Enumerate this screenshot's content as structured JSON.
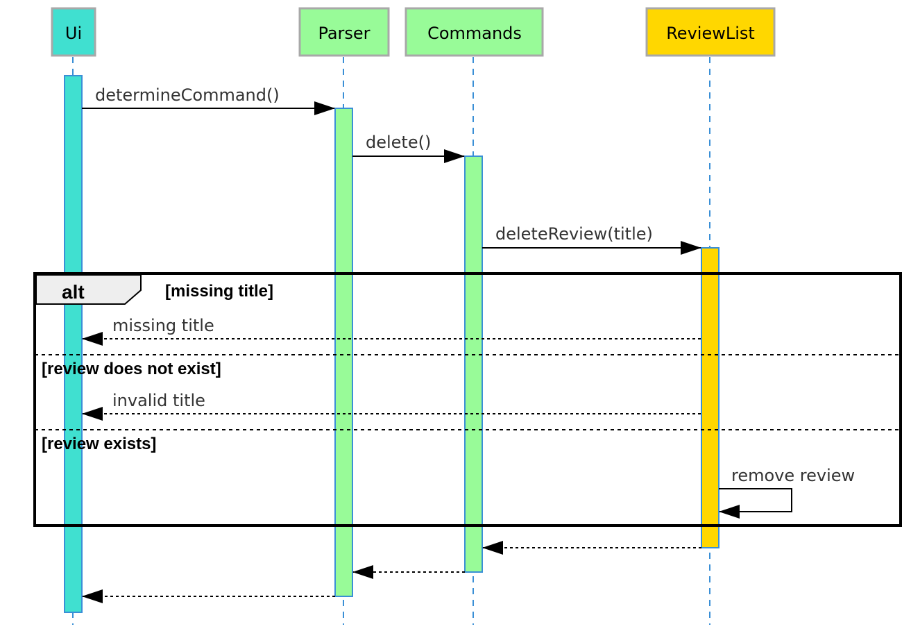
{
  "diagram": {
    "participants": [
      {
        "id": "ui",
        "label": "Ui",
        "color": "#40E0D0"
      },
      {
        "id": "parser",
        "label": "Parser",
        "color": "#98FB98"
      },
      {
        "id": "commands",
        "label": "Commands",
        "color": "#98FB98"
      },
      {
        "id": "reviewlist",
        "label": "ReviewList",
        "color": "#FFD700"
      }
    ],
    "messages": [
      {
        "from": "ui",
        "to": "parser",
        "label": "determineCommand()",
        "style": "solid"
      },
      {
        "from": "parser",
        "to": "commands",
        "label": "delete()",
        "style": "solid"
      },
      {
        "from": "commands",
        "to": "reviewlist",
        "label": "deleteReview(title)",
        "style": "solid"
      },
      {
        "from": "reviewlist",
        "to": "ui",
        "label": "missing title",
        "style": "dashed"
      },
      {
        "from": "reviewlist",
        "to": "ui",
        "label": "invalid title",
        "style": "dashed"
      },
      {
        "from": "reviewlist",
        "to": "reviewlist",
        "label": "remove review",
        "style": "solid"
      },
      {
        "from": "reviewlist",
        "to": "commands",
        "label": "",
        "style": "dashed"
      },
      {
        "from": "commands",
        "to": "parser",
        "label": "",
        "style": "dashed"
      },
      {
        "from": "parser",
        "to": "ui",
        "label": "",
        "style": "dashed"
      }
    ],
    "alt_frame": {
      "keyword": "alt",
      "conditions": [
        "[missing title]",
        "[review does not exist]",
        "[review exists]"
      ]
    },
    "colors": {
      "lifeline": "#3A8FD6",
      "activation_border": "#3A8FD6",
      "participant_border": "#A8A8A8",
      "arrow": "#000000",
      "alt_tab_fill": "#EEEEEE"
    }
  }
}
